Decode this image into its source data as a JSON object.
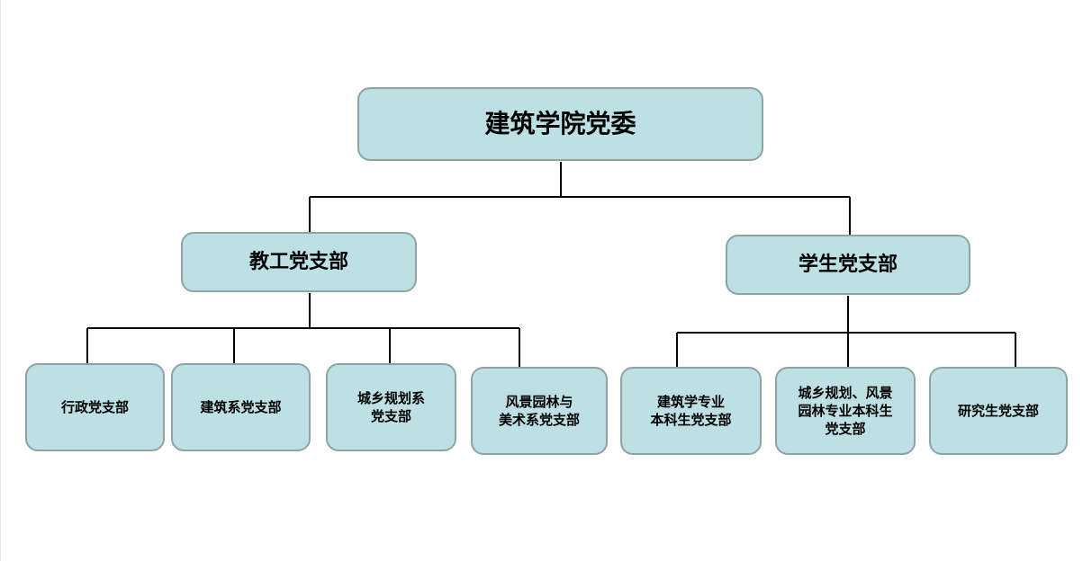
{
  "colors": {
    "node_fill": "#bde0e4",
    "node_border": "#8fa3a6",
    "line": "#000000"
  },
  "chart": {
    "root": {
      "label": "建筑学院党委"
    },
    "branches": [
      {
        "label": "教工党支部",
        "children": [
          {
            "label": "行政党支部"
          },
          {
            "label": "建筑系党支部"
          },
          {
            "label": "城乡规划系\n党支部"
          },
          {
            "label": "风景园林与\n美术系党支部"
          }
        ]
      },
      {
        "label": "学生党支部",
        "children": [
          {
            "label": "建筑学专业\n本科生党支部"
          },
          {
            "label": "城乡规划、风景\n园林专业本科生\n党支部"
          },
          {
            "label": "研究生党支部"
          }
        ]
      }
    ]
  }
}
